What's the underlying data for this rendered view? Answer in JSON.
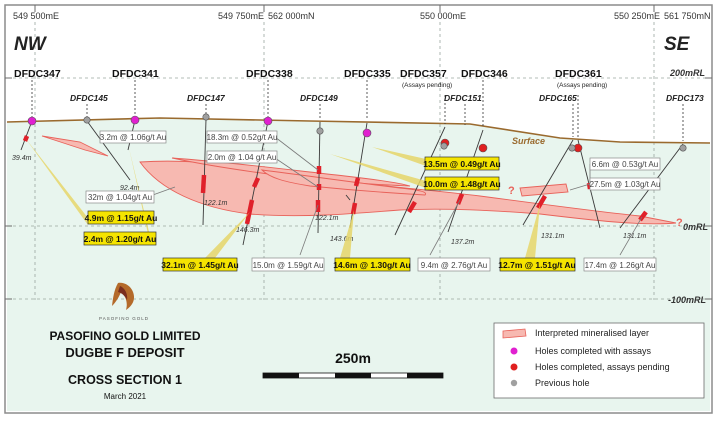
{
  "header": {
    "coords": [
      "549 500mE",
      "549 750mE",
      "562 000mN",
      "550 000mE",
      "550 250mE",
      "561 750mN"
    ],
    "nw": "NW",
    "se": "SE"
  },
  "rl_labels": [
    "200mRL",
    "0mRL",
    "-100mRL"
  ],
  "surface_label": "Surface",
  "holes": [
    {
      "id": "DFDC347",
      "status": "completed"
    },
    {
      "id": "DFDC341",
      "status": "completed"
    },
    {
      "id": "DFDC338",
      "status": "completed"
    },
    {
      "id": "DFDC335",
      "status": "completed"
    },
    {
      "id": "DFDC357",
      "status": "pending",
      "note": "(Assays pending)"
    },
    {
      "id": "DFDC346",
      "status": "pending"
    },
    {
      "id": "DFDC361",
      "status": "pending",
      "note": "(Assays pending)"
    },
    {
      "id": "DFDC145",
      "status": "previous"
    },
    {
      "id": "DFDC147",
      "status": "previous"
    },
    {
      "id": "DFDC149",
      "status": "previous"
    },
    {
      "id": "DFDC151",
      "status": "previous"
    },
    {
      "id": "DFDC165",
      "status": "previous"
    },
    {
      "id": "DFDC173",
      "status": "previous"
    }
  ],
  "depths": [
    "39.4m",
    "92.4m",
    "122.1m",
    "146.3m",
    "122.1m",
    "143.6m",
    "137.2m",
    "131.1m",
    "131.1m"
  ],
  "intercepts_new": [
    "4.9m @ 1.15g/t Au",
    "2.4m @ 1.20g/t Au",
    "32.1m @ 1.45g/t Au",
    "14.6m @ 1.30g/t Au",
    "13.5m @ 0.49g/t Au",
    "10.0m @ 1.48g/t Au",
    "12.7m @ 1.51g/t Au"
  ],
  "intercepts_previous": [
    "3.2m @ 1.06g/t Au",
    "32m @ 1.04g/t Au",
    "18.3m @ 0.52g/t Au",
    "2.0m @ 1.04 g/t Au",
    "15.0m @ 1.59g/t Au",
    "9.4m @ 2.76g/t Au",
    "6.6m @ 0.53g/t Au",
    "27.5m @ 1.03g/t Au",
    "17.4m @ 1.26g/t Au"
  ],
  "question_mark": "?",
  "logo_text": "PASOFINO GOLD",
  "title": {
    "line1": "PASOFINO GOLD LIMITED",
    "line2": "DUGBE F DEPOSIT",
    "line3": "CROSS SECTION 1",
    "date": "March 2021"
  },
  "scale_label": "250m",
  "legend": {
    "items": [
      {
        "label": "Interpreted mineralised layer"
      },
      {
        "label": "Holes completed with assays"
      },
      {
        "label": "Holes completed, assays pending"
      },
      {
        "label": "Previous hole"
      }
    ]
  },
  "colors": {
    "ground": "#e8f5ee",
    "surface": "#9a6a2e",
    "layer_fill": "#f7b9b1",
    "layer_stroke": "#e8625a",
    "intercept_red": "#e0202a",
    "callout_yellow": "#f5e400",
    "callout_leader": "#e6d66a",
    "completed": "#e020d0",
    "pending": "#e02020",
    "previous": "#a0a0a0"
  }
}
